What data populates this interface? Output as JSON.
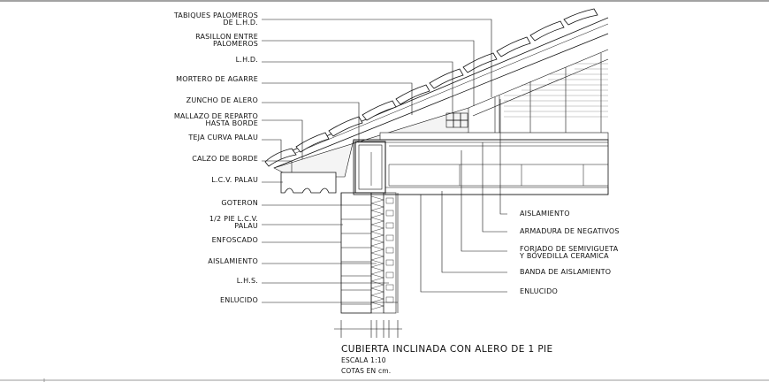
{
  "labels_left": [
    {
      "lines": [
        "TABIQUES PALOMEROS",
        "DE L.H.D."
      ]
    },
    {
      "lines": [
        "RASILLON ENTRE",
        "PALOMEROS"
      ]
    },
    {
      "lines": [
        "L.H.D."
      ]
    },
    {
      "lines": [
        "MORTERO DE AGARRE"
      ]
    },
    {
      "lines": [
        "ZUNCHO DE ALERO"
      ]
    },
    {
      "lines": [
        "MALLAZO DE REPARTO",
        "HASTA BORDE"
      ]
    },
    {
      "lines": [
        "TEJA CURVA PALAU"
      ]
    },
    {
      "lines": [
        "CALZO DE BORDE"
      ]
    },
    {
      "lines": [
        "L.C.V. PALAU"
      ]
    },
    {
      "lines": [
        "GOTERON"
      ]
    },
    {
      "lines": [
        "1/2 PIE L.C.V.",
        "PALAU"
      ]
    },
    {
      "lines": [
        "ENFOSCADO"
      ]
    },
    {
      "lines": [
        "AISLAMIENTO"
      ]
    },
    {
      "lines": [
        "L.H.S."
      ]
    },
    {
      "lines": [
        "ENLUCIDO"
      ]
    }
  ],
  "labels_right": [
    {
      "lines": [
        "AISLAMIENTO"
      ]
    },
    {
      "lines": [
        "ARMADURA DE NEGATIVOS"
      ]
    },
    {
      "lines": [
        "FORJADO DE SEMIVIGUETA",
        "Y BOVEDILLA CERAMICA"
      ]
    },
    {
      "lines": [
        "BANDA DE AISLAMIENTO"
      ]
    },
    {
      "lines": [
        "ENLUCIDO"
      ]
    }
  ],
  "drawing": {
    "title": "CUBIERTA INCLINADA CON ALERO DE 1 PIE",
    "scale": "ESCALA 1:10",
    "units": "COTAS EN cm."
  },
  "colors": {
    "line": "#111111",
    "fill": "#f4f4f4",
    "bg": "#ffffff"
  }
}
